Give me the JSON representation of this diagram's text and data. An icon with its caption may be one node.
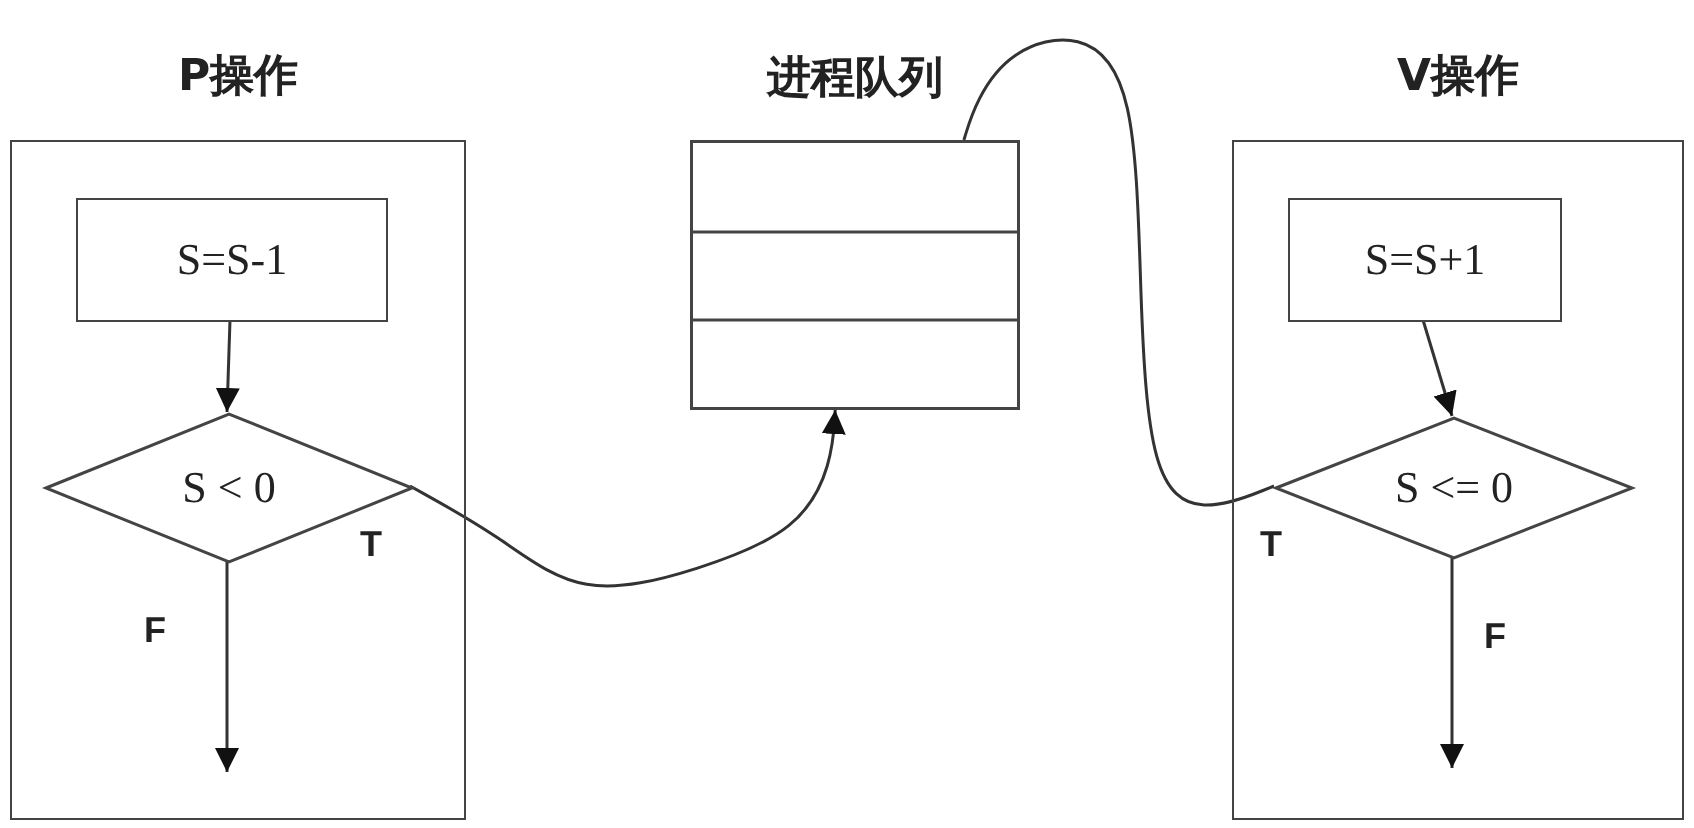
{
  "diagram": {
    "nodes": [
      {
        "text": [
          "P操作"
        ]
      },
      {
        "text": [
          "S=S-1"
        ],
        "in": 0
      },
      {
        "text": [
          "S < 0"
        ],
        "in": 0
      },
      {
        "text": [
          "进程队列"
        ]
      },
      {
        "text": [
          "V操作"
        ]
      },
      {
        "text": [
          "S=S+1"
        ],
        "in": 4
      },
      {
        "text": [
          "S <= 0"
        ],
        "in": 4
      }
    ],
    "edges": [
      {
        "from": 1,
        "to": 2,
        "arrow": "to"
      },
      {
        "from": 2,
        "to": null,
        "arrow": "to",
        "label": "F"
      },
      {
        "from": 2,
        "to": 3,
        "arrow": "to",
        "label": "T"
      },
      {
        "from": 5,
        "to": 6,
        "arrow": "to"
      },
      {
        "from": 6,
        "to": null,
        "arrow": "to",
        "label": "F"
      },
      {
        "from": 6,
        "to": 3,
        "arrow": "none",
        "label": "T"
      }
    ]
  }
}
